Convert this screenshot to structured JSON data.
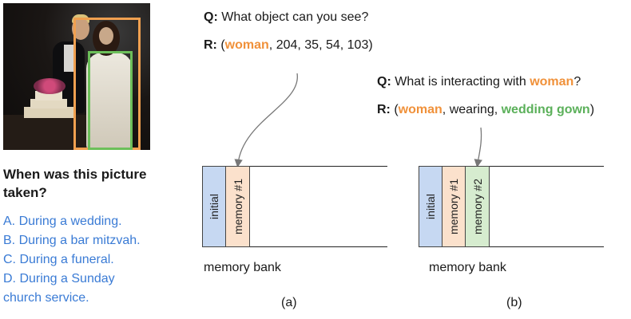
{
  "question": "When was this picture taken?",
  "options": [
    "A. During a wedding.",
    "B. During a bar mitzvah.",
    "C. During a funeral.",
    "D. During a Sunday",
    "church service."
  ],
  "panel_a": {
    "q_label": "Q:",
    "q_text": "What object can you see?",
    "r_label": "R:",
    "r_open": "(",
    "r_object": "woman",
    "r_rest": ", 204, 35, 54, 103)",
    "cells": [
      "initial",
      "memory #1"
    ],
    "bank_label": "memory bank",
    "caption": "(a)"
  },
  "panel_b": {
    "q_label": "Q:",
    "q_text": "What is interacting with",
    "q_object": "woman",
    "q_end": "?",
    "r_label": "R:",
    "r_open": "(",
    "r_subject": "woman",
    "r_mid": ", wearing, ",
    "r_object": "wedding gown",
    "r_close": ")",
    "cells": [
      "initial",
      "memory #1",
      "memory #2"
    ],
    "bank_label": "memory bank",
    "caption": "(b)"
  },
  "colors": {
    "object_orange": "#f0913a",
    "object_green": "#5bb05a",
    "options_blue": "#3a7bd5",
    "cell_initial": "#c6d8f2",
    "cell_memory1": "#fbe1cc",
    "cell_memory2": "#d6eccf"
  }
}
